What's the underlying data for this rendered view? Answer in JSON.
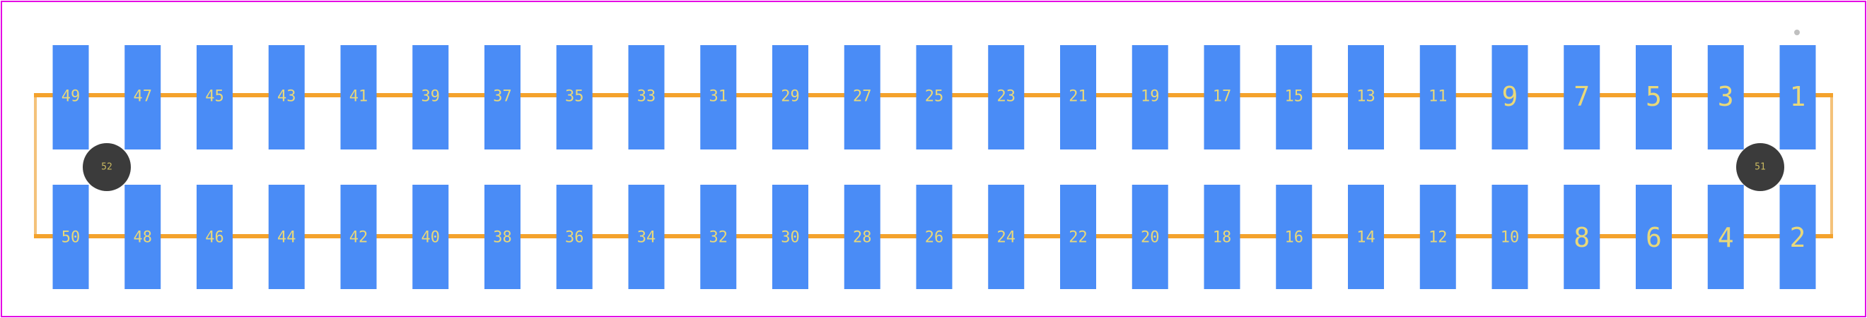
{
  "diagram": {
    "colors": {
      "border": "#e400e4",
      "pad": "#4a8cf6",
      "trace": "#f4a22c",
      "outline": "#f4c27a",
      "hole": "#3b3b3b",
      "label": "#e8d87a",
      "dot": "#c0c0c0"
    },
    "top_row": [
      "49",
      "47",
      "45",
      "43",
      "41",
      "39",
      "37",
      "35",
      "33",
      "31",
      "29",
      "27",
      "25",
      "23",
      "21",
      "19",
      "17",
      "15",
      "13",
      "11",
      "9",
      "7",
      "5",
      "3",
      "1"
    ],
    "bottom_row": [
      "50",
      "48",
      "46",
      "44",
      "42",
      "40",
      "38",
      "36",
      "34",
      "32",
      "30",
      "28",
      "26",
      "24",
      "22",
      "20",
      "18",
      "16",
      "14",
      "12",
      "10",
      "8",
      "6",
      "4",
      "2"
    ],
    "mounting_holes": [
      {
        "label": "52",
        "side": "left"
      },
      {
        "label": "51",
        "side": "right"
      }
    ]
  }
}
